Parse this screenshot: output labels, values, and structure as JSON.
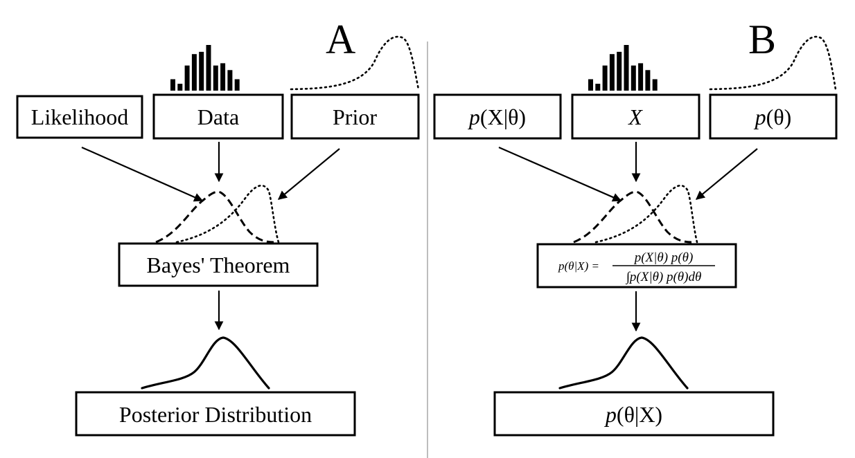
{
  "panel_a": {
    "letter": "A",
    "likelihood": "Likelihood",
    "data": "Data",
    "prior": "Prior",
    "theorem": "Bayes' Theorem",
    "posterior": "Posterior Distribution"
  },
  "panel_b": {
    "letter": "B",
    "likelihood_p": "p",
    "likelihood_args": "(X|θ)",
    "data": "X",
    "prior_p": "p",
    "prior_args": "(θ)",
    "formula_lhs": "p(θ|X) =",
    "formula_num": "p(X|θ) p(θ)",
    "formula_den": "∫p(X|θ) p(θ)dθ",
    "posterior_p": "p",
    "posterior_args": "(θ|X)"
  },
  "histogram_values": [
    0.25,
    0.15,
    0.55,
    0.8,
    0.85,
    1.0,
    0.55,
    0.6,
    0.45,
    0.25
  ]
}
